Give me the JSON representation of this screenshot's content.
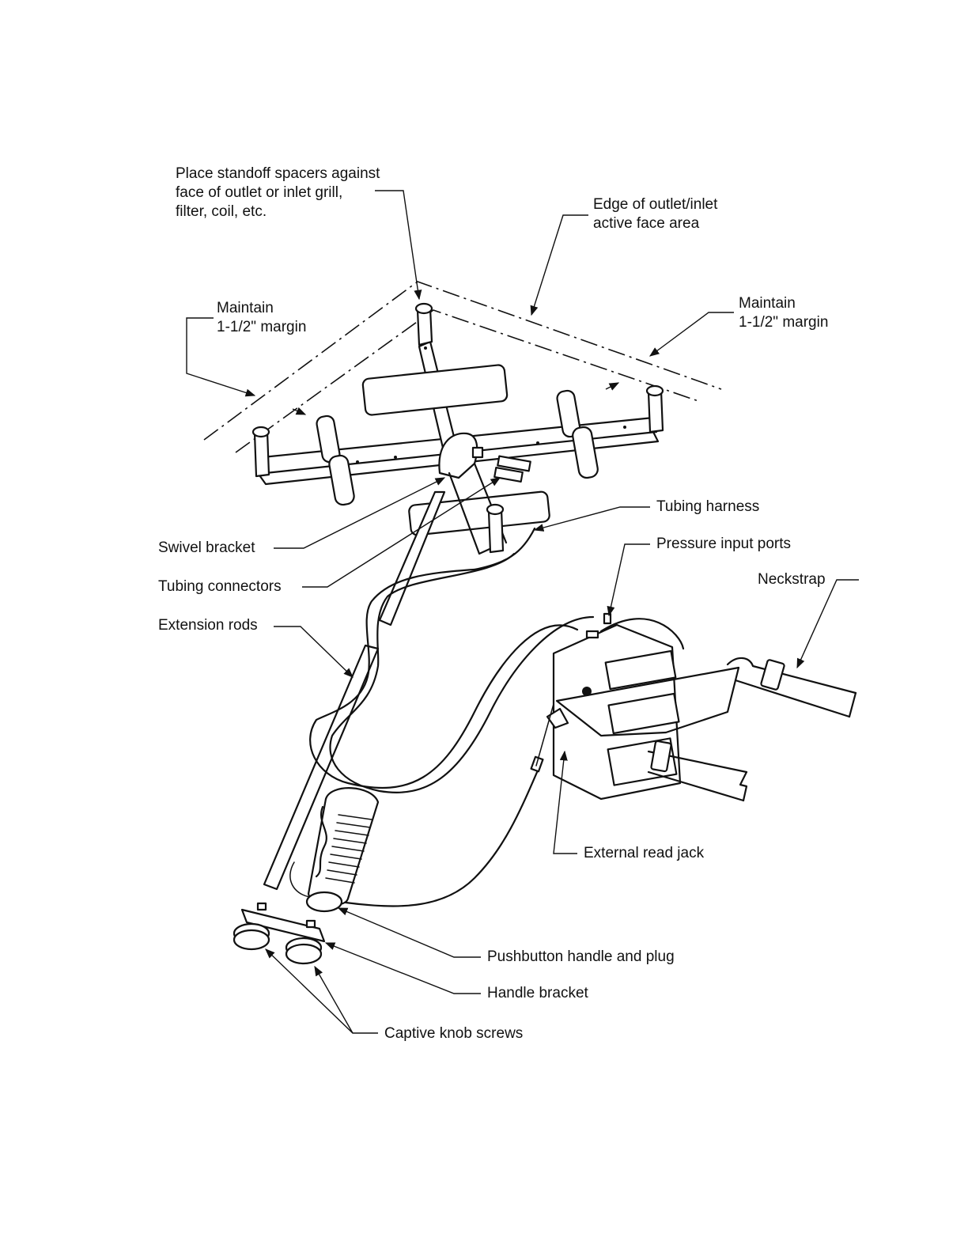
{
  "labels": {
    "standoff": [
      "Place standoff spacers against",
      "face of outlet or inlet grill,",
      "filter, coil, etc."
    ],
    "edge": [
      "Edge of outlet/inlet",
      "active face area"
    ],
    "margin_left": [
      "Maintain",
      "1-1/2\" margin"
    ],
    "margin_right": [
      "Maintain",
      "1-1/2\" margin"
    ],
    "tubing_harness": "Tubing harness",
    "swivel_bracket": "Swivel bracket",
    "pressure_ports": "Pressure input ports",
    "tubing_connectors": "Tubing connectors",
    "neckstrap": "Neckstrap",
    "extension_rods": "Extension rods",
    "external_jack": "External read jack",
    "pushbutton": "Pushbutton handle and plug",
    "handle_bracket": "Handle bracket",
    "captive_knob": "Captive knob screws"
  },
  "colors": {
    "ink": "#111111",
    "paper": "#ffffff"
  }
}
